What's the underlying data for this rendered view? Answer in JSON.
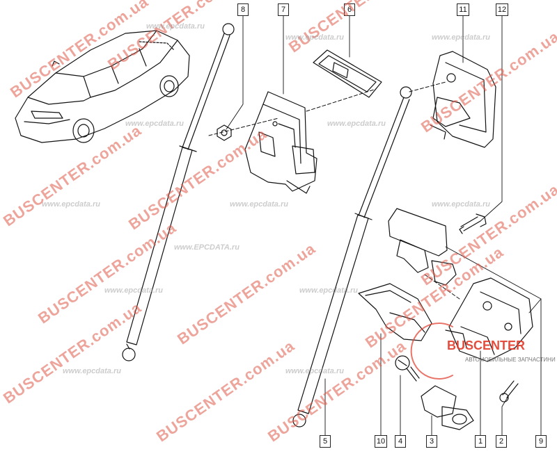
{
  "callouts": {
    "c1": "1",
    "c2": "2",
    "c3": "3",
    "c4": "4",
    "c5": "5",
    "c6": "6",
    "c7": "7",
    "c8": "8",
    "c9": "9",
    "c10": "10",
    "c11": "11",
    "c12": "12"
  },
  "watermarks": {
    "red": "BUSCENTER.com.ua",
    "grey": "www.epcdata.ru",
    "grey2": "www.EPCDATA.ru"
  },
  "logo": {
    "title": "BUSCENTER",
    "subtitle": "АВТОМОБИЛЬНЫЕ ЗАПЧАСТИНИ"
  },
  "colors": {
    "line": "#111111",
    "watermark_red": "#e05a4a",
    "watermark_grey": "#9a9a9a"
  }
}
